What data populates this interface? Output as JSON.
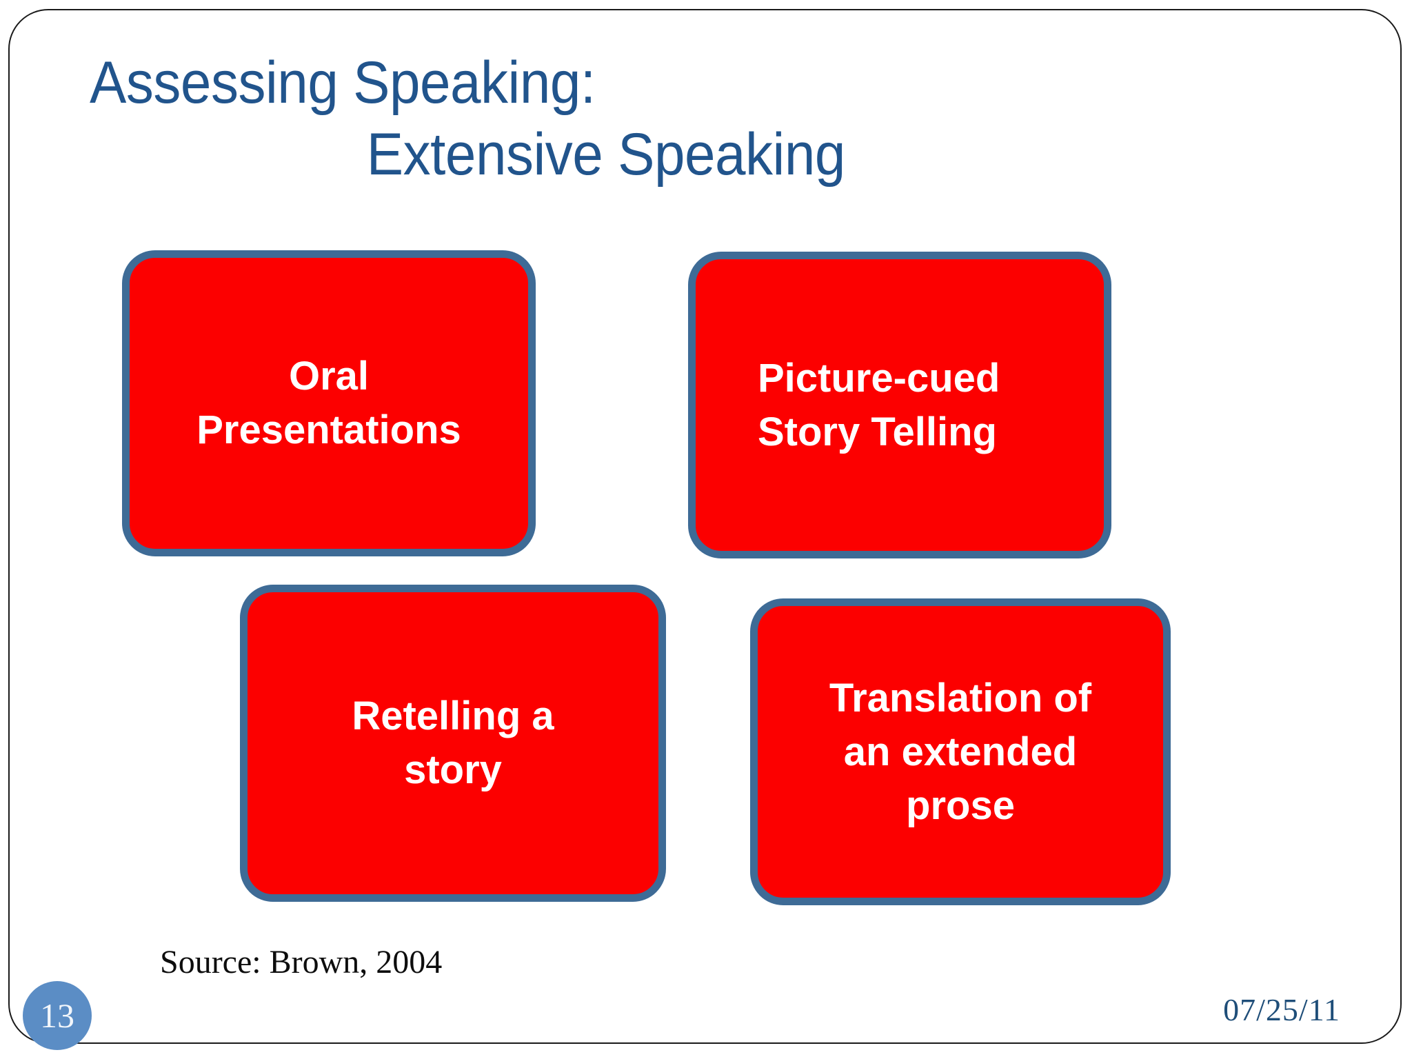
{
  "slide": {
    "title": {
      "line1": "Assessing Speaking:",
      "line2": "Extensive Speaking",
      "color": "#21548C"
    },
    "boxes": [
      {
        "id": "oral-presentations",
        "text": "Oral\nPresentations",
        "align": "center"
      },
      {
        "id": "picture-cued",
        "text": "Picture-cued\nStory Telling",
        "align": "left"
      },
      {
        "id": "retelling",
        "text": "Retelling a\nstory",
        "align": "center"
      },
      {
        "id": "translation",
        "text": "Translation of\nan extended\nprose",
        "align": "center"
      }
    ],
    "box_style": {
      "fill": "#FC0000",
      "border": "#3E6B96",
      "text_color": "#FFFFFF"
    },
    "footer": {
      "source": "Source:  Brown, 2004",
      "page_number": "13",
      "page_badge_color": "#5B8DC5",
      "date": "07/25/11",
      "date_color": "#1F4E79"
    },
    "frame": {
      "border_color": "#1a1a1a"
    }
  }
}
